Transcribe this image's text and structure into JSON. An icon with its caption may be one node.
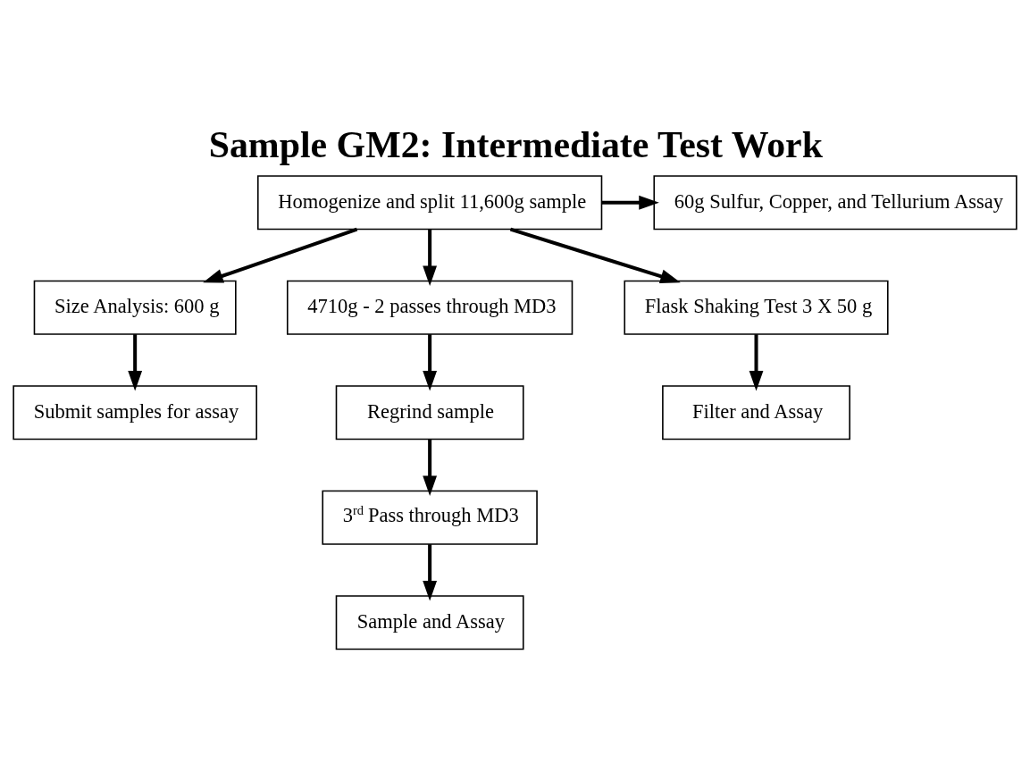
{
  "diagram": {
    "title": "Sample GM2: Intermediate Test Work",
    "nodes": [
      {
        "text": [
          "Homogenize and split 11,600g sample"
        ]
      },
      {
        "text": [
          "60g Sulfur, Copper, and Tellurium Assay"
        ]
      },
      {
        "text": [
          "Size Analysis: 600 g"
        ]
      },
      {
        "text": [
          "4710g - 2 passes through MD3"
        ]
      },
      {
        "text": [
          "Flask Shaking Test 3 X 50 g"
        ]
      },
      {
        "text": [
          "Submit samples for assay"
        ]
      },
      {
        "text": [
          "Regrind sample"
        ]
      },
      {
        "text": [
          "3$^{rd}$ Pass through MD3"
        ]
      },
      {
        "text": [
          "Filter and Assay"
        ]
      },
      {
        "text": [
          "Sample and Assay"
        ]
      }
    ],
    "edges": [
      {
        "from": 0,
        "to": 1,
        "arrow": "to"
      },
      {
        "from": 0,
        "to": 2,
        "arrow": "to"
      },
      {
        "from": 0,
        "to": 3,
        "arrow": "to"
      },
      {
        "from": 0,
        "to": 4,
        "arrow": "to"
      },
      {
        "from": 2,
        "to": 5,
        "arrow": "to"
      },
      {
        "from": 3,
        "to": 6,
        "arrow": "to"
      },
      {
        "from": 6,
        "to": 7,
        "arrow": "to"
      },
      {
        "from": 7,
        "to": 9,
        "arrow": "to"
      },
      {
        "from": 4,
        "to": 8,
        "arrow": "to"
      }
    ]
  }
}
